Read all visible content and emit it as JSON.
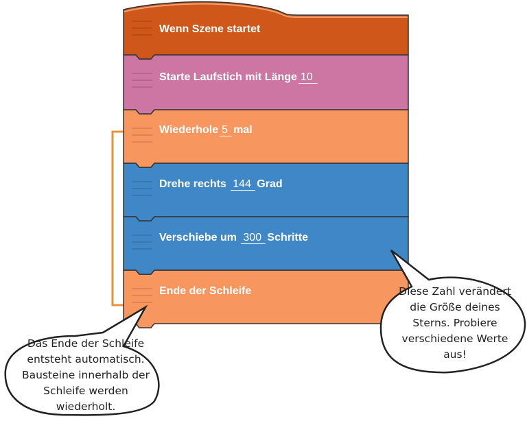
{
  "blocks": [
    {
      "id": "when-scene-starts",
      "text": "Wenn Szene startet",
      "color": "#cf5719",
      "type": "hat"
    },
    {
      "id": "start-running-stitch",
      "pre": "Starte Laufstich mit Länge",
      "value": "10",
      "post": "",
      "color": "#cd75a3"
    },
    {
      "id": "repeat",
      "pre": "Wiederhole",
      "value": "5",
      "post": "mal",
      "color": "#f7965e"
    },
    {
      "id": "turn-right",
      "pre": "Drehe rechts",
      "value": "144",
      "post": "Grad",
      "color": "#3f87c6"
    },
    {
      "id": "move",
      "pre": "Verschiebe um",
      "value": "300",
      "post": "Schritte",
      "color": "#3f87c6"
    },
    {
      "id": "end-loop",
      "text": "Ende der Schleife",
      "color": "#f7965e"
    }
  ],
  "colors": {
    "loop_bracket": "#e8913a",
    "outline": "#333333"
  },
  "bubbles": {
    "right": [
      "Diese Zahl verändert",
      "die Größe deines",
      "Sterns. Probiere",
      "verschiedene Werte",
      "aus!"
    ],
    "left": [
      "Das Ende der Schleife",
      "entsteht automatisch.",
      "Bausteine innerhalb der",
      "Schleife werden",
      "wiederholt."
    ]
  }
}
